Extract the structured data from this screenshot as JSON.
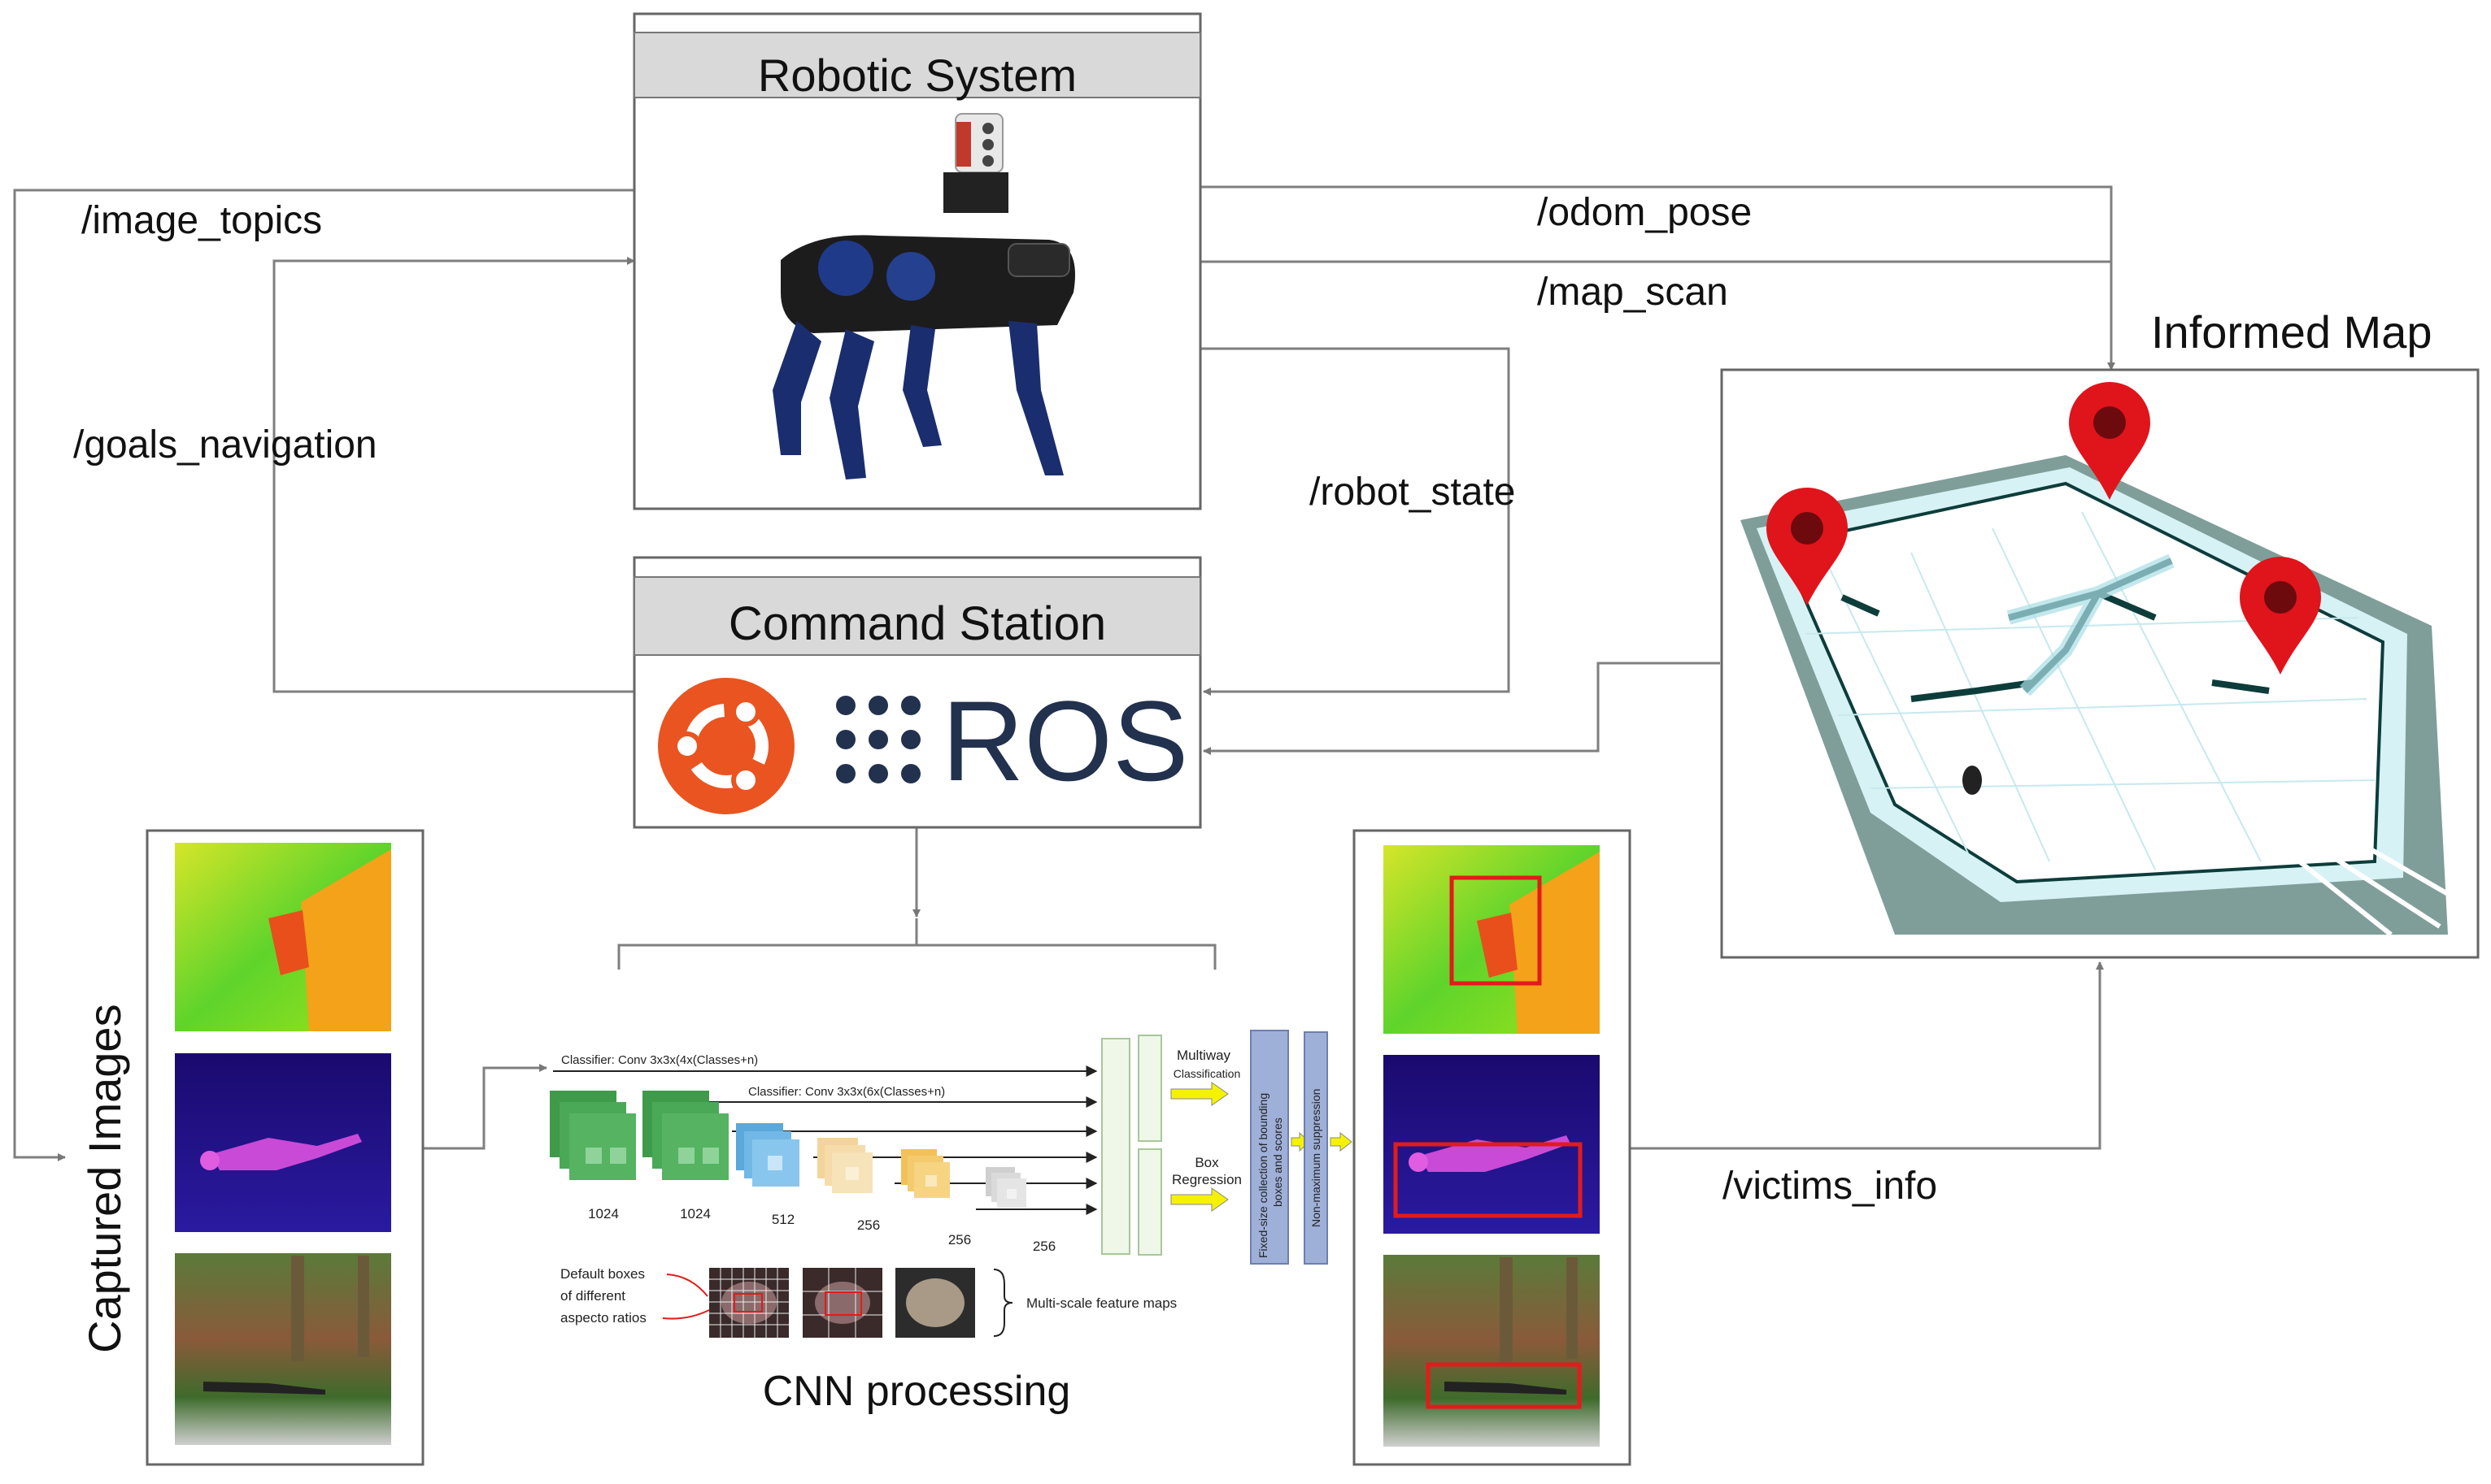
{
  "robotic_system": {
    "title": "Robotic System"
  },
  "command_station": {
    "title": "Command Station",
    "ros_text": "ROS"
  },
  "informed_map": {
    "title": "Informed Map"
  },
  "captured_images": {
    "label": "Captured Images"
  },
  "cnn": {
    "label": "CNN processing",
    "classifier_1": "Classifier: Conv 3x3x(4x(Classes+n)",
    "classifier_2": "Classifier: Conv 3x3x(6x(Classes+n)",
    "channels": [
      "1024",
      "1024",
      "512",
      "256",
      "256",
      "256"
    ],
    "multiway_1": "Multiway",
    "multiway_2": "Classification",
    "box_1": "Box",
    "box_2": "Regression",
    "fixed_size": "Fixed-size collection of bounding",
    "fixed_size_2": "boxes and scores",
    "nms": "Non-maximum suppression",
    "default_boxes_1": "Default boxes",
    "default_boxes_2": "of different",
    "default_boxes_3": "aspecto ratios",
    "multiscale": "Multi-scale feature maps"
  },
  "topics": {
    "image_topics": "/image_topics",
    "goals_navigation": "/goals_navigation",
    "odom_pose": "/odom_pose",
    "map_scan": "/map_scan",
    "robot_state": "/robot_state",
    "victims_info": "/victims_info"
  },
  "colors": {
    "ubuntu_orange": "#e95420",
    "ros_navy": "#22314e",
    "marker_red": "#e0141b",
    "detection_box": "#e21b1b",
    "panel_grey": "#d9d9d9"
  }
}
